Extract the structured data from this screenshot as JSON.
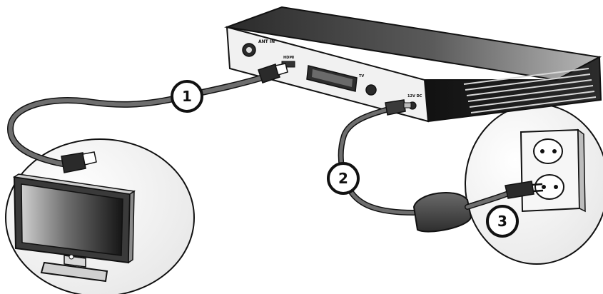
{
  "callouts": [
    {
      "id": "callout-1",
      "label": "1"
    },
    {
      "id": "callout-2",
      "label": "2"
    },
    {
      "id": "callout-3",
      "label": "3"
    }
  ],
  "device_labels": {
    "rf_in": "ANT IN",
    "hdmi": "HDMI",
    "scart": "TV",
    "dc_in": "12V DC"
  },
  "colors": {
    "outline": "#111111",
    "cable": "#6e6e6e",
    "box_dark": "#1e1e1e",
    "box_light": "#efefef",
    "bubble": "#f3f3f3"
  }
}
